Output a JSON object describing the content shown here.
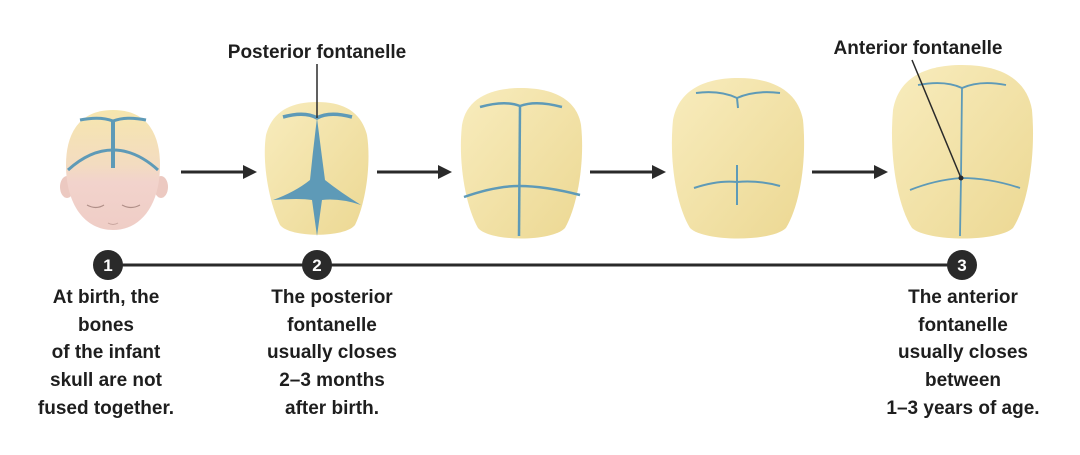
{
  "labels": {
    "posterior": "Posterior fontanelle",
    "anterior": "Anterior fontanelle"
  },
  "steps": [
    {
      "number": "1",
      "lines": [
        "At birth, the",
        "bones",
        "of the infant",
        "skull are not",
        "fused together."
      ]
    },
    {
      "number": "2",
      "lines": [
        "The posterior",
        "fontanelle",
        "usually closes",
        "2–3 months",
        "after birth."
      ]
    },
    {
      "number": "3",
      "lines": [
        "The anterior",
        "fontanelle",
        "usually closes",
        "between",
        "1–3 years of age."
      ]
    }
  ],
  "colors": {
    "bone": "#f4e4ab",
    "bone_shade": "#e6d08c",
    "fontanelle": "#5e9ab7",
    "skin": "#f2d3cc",
    "ink": "#2a2a2a"
  }
}
